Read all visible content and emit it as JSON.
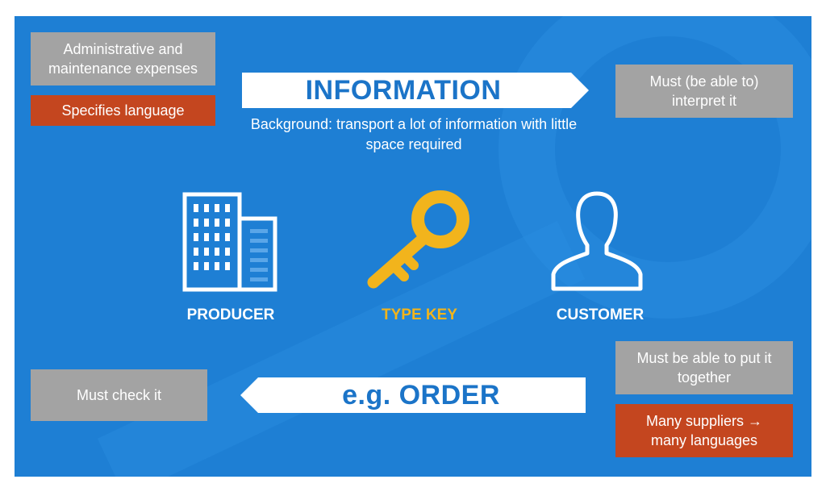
{
  "colors": {
    "background": "#1e7fd4",
    "gray_box": "#a3a3a3",
    "red_box": "#c4461f",
    "key": "#f2b41c",
    "arrow_text": "#1b74c8",
    "white": "#ffffff"
  },
  "top_left": {
    "box_gray": "Administrative and maintenance expenses",
    "box_red": "Specifies language"
  },
  "top_arrow": {
    "label": "INFORMATION",
    "note": "Background: transport a lot of information with little space required"
  },
  "top_right": {
    "box_gray": "Must (be able to) interpret it"
  },
  "nodes": {
    "producer": {
      "icon": "building-icon",
      "label": "PRODUCER"
    },
    "type_key": {
      "icon": "key-icon",
      "label": "TYPE KEY"
    },
    "customer": {
      "icon": "person-icon",
      "label": "CUSTOMER"
    }
  },
  "bottom_left": {
    "box_gray": "Must check it"
  },
  "bottom_arrow": {
    "label": "e.g. ORDER"
  },
  "bottom_right": {
    "box_gray": "Must be able to put it together",
    "box_red": "Many suppliers → many languages"
  }
}
